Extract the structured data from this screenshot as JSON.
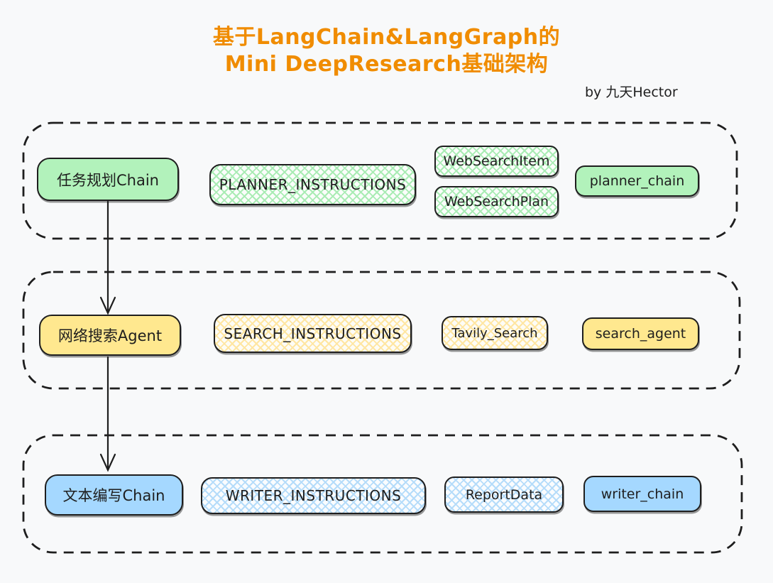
{
  "title": {
    "line1": "基于LangChain&LangGraph的",
    "line2": "Mini DeepResearch基础架构",
    "color": "#f08c00"
  },
  "byline": "by 九天Hector",
  "colors": {
    "background": "#f8f9fa",
    "stroke": "#1e1e1e",
    "green": "#b2f2bb",
    "yellow": "#ffe88f",
    "blue": "#a5d8ff",
    "title_orange": "#f08c00"
  },
  "groups": [
    {
      "id": "planner",
      "color": "#b2f2bb",
      "boxes": [
        {
          "label": "任务规划Chain",
          "fill": "solid"
        },
        {
          "label": "PLANNER_INSTRUCTIONS",
          "fill": "crosshatch"
        },
        {
          "label": "WebSearchItem",
          "fill": "crosshatch"
        },
        {
          "label": "WebSearchPlan",
          "fill": "crosshatch"
        },
        {
          "label": "planner_chain",
          "fill": "solid"
        }
      ]
    },
    {
      "id": "search",
      "color": "#ffe88f",
      "boxes": [
        {
          "label": "网络搜索Agent",
          "fill": "solid"
        },
        {
          "label": "SEARCH_INSTRUCTIONS",
          "fill": "crosshatch"
        },
        {
          "label": "Tavily_Search",
          "fill": "crosshatch"
        },
        {
          "label": "search_agent",
          "fill": "solid"
        }
      ]
    },
    {
      "id": "writer",
      "color": "#a5d8ff",
      "boxes": [
        {
          "label": "文本编写Chain",
          "fill": "solid"
        },
        {
          "label": "WRITER_INSTRUCTIONS",
          "fill": "crosshatch"
        },
        {
          "label": "ReportData",
          "fill": "crosshatch"
        },
        {
          "label": "writer_chain",
          "fill": "solid"
        }
      ]
    }
  ],
  "arrows": [
    {
      "from": "任务规划Chain",
      "to": "网络搜索Agent"
    },
    {
      "from": "网络搜索Agent",
      "to": "文本编写Chain"
    }
  ]
}
